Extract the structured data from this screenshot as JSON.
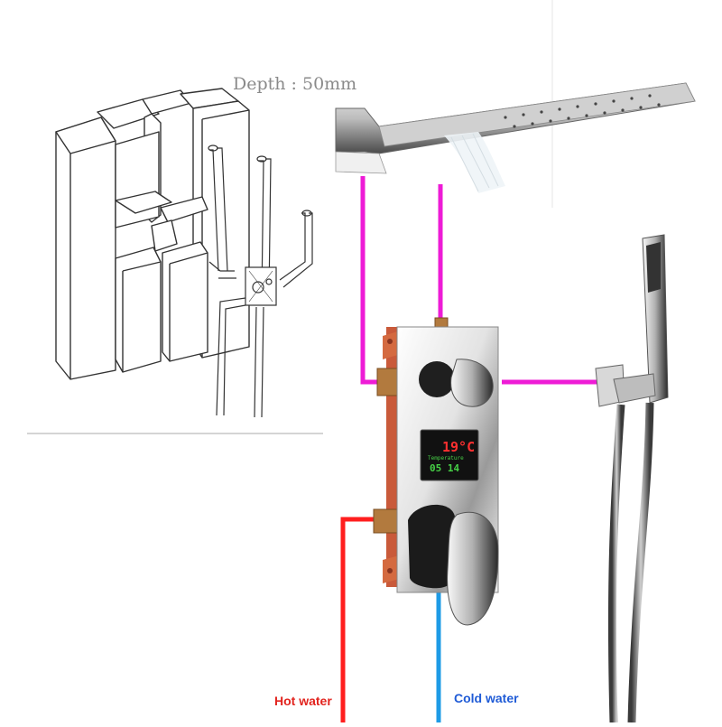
{
  "labels": {
    "depth": "Depth : 50mm",
    "hot_water": "Hot water",
    "cold_water": "Cold water"
  },
  "display": {
    "temperature": "19°C",
    "status_line": "Temperature",
    "readouts": "05 14"
  },
  "colors": {
    "hot_pipe": "#ff1e1e",
    "cold_pipe": "#1e9be6",
    "outlet_pipe": "#ee1bd6",
    "valve_body": "#c95a3a",
    "chrome": "#e8e8e8"
  }
}
